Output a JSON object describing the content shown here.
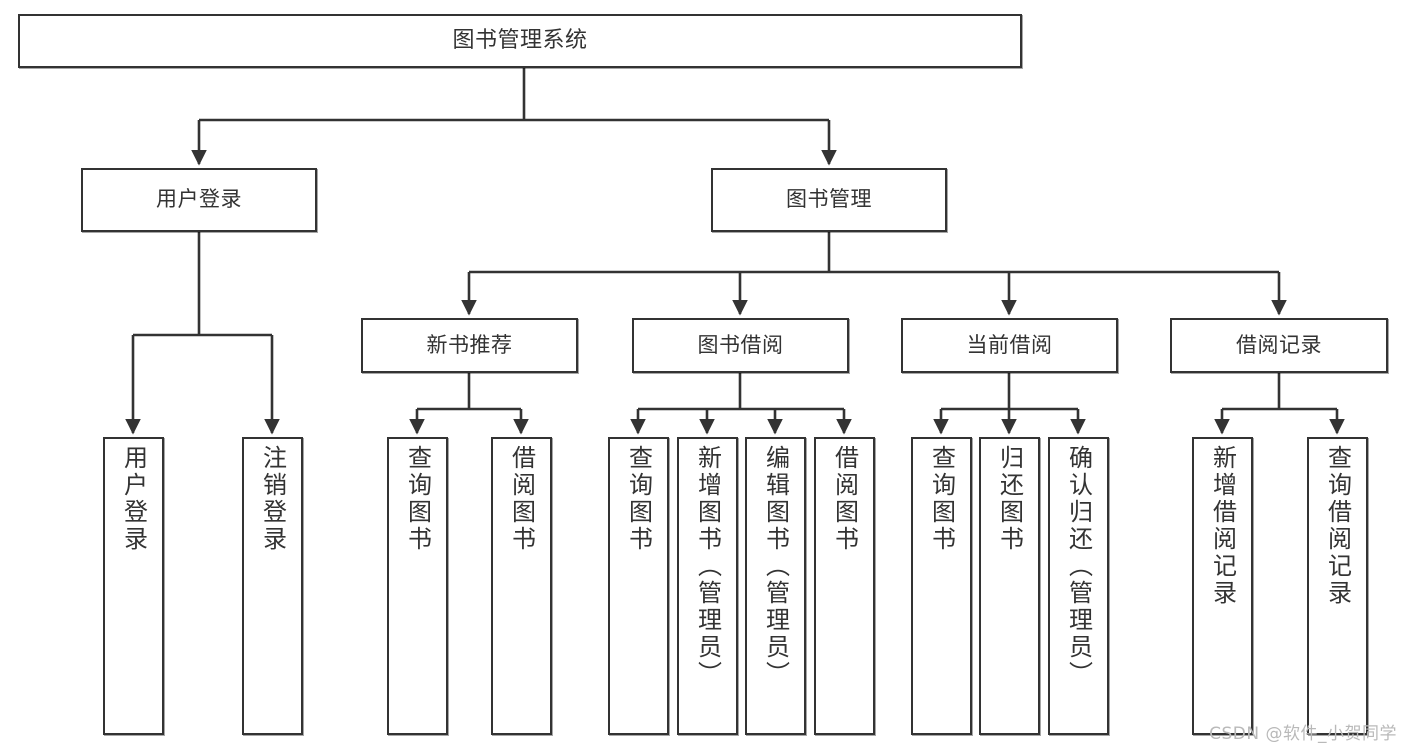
{
  "diagram": {
    "type": "tree",
    "title": "图书管理系统",
    "watermark": "CSDN @软件_小贺同学",
    "colors": {
      "box_border": "#333333",
      "box_fill": "#ffffff",
      "edge": "#333333",
      "text": "#333333",
      "watermark": "#b9b9b9",
      "background": "#ffffff"
    },
    "nodes": {
      "root": {
        "label": "图书管理系统"
      },
      "l2_login": {
        "label": "用户登录"
      },
      "l2_manage": {
        "label": "图书管理"
      },
      "l3_newbook": {
        "label": "新书推荐"
      },
      "l3_borrow": {
        "label": "图书借阅"
      },
      "l3_current": {
        "label": "当前借阅"
      },
      "l3_record": {
        "label": "借阅记录"
      },
      "leaf_01": {
        "label": "用户登录"
      },
      "leaf_02": {
        "label": "注销登录"
      },
      "leaf_03": {
        "label": "查询图书"
      },
      "leaf_04": {
        "label": "借阅图书"
      },
      "leaf_05": {
        "label": "查询图书"
      },
      "leaf_06": {
        "label": "新增图书（管理员）"
      },
      "leaf_07": {
        "label": "编辑图书（管理员）"
      },
      "leaf_08": {
        "label": "借阅图书"
      },
      "leaf_09": {
        "label": "查询图书"
      },
      "leaf_10": {
        "label": "归还图书"
      },
      "leaf_11": {
        "label": "确认归还（管理员）"
      },
      "leaf_12": {
        "label": "新增借阅记录"
      },
      "leaf_13": {
        "label": "查询借阅记录"
      }
    }
  }
}
